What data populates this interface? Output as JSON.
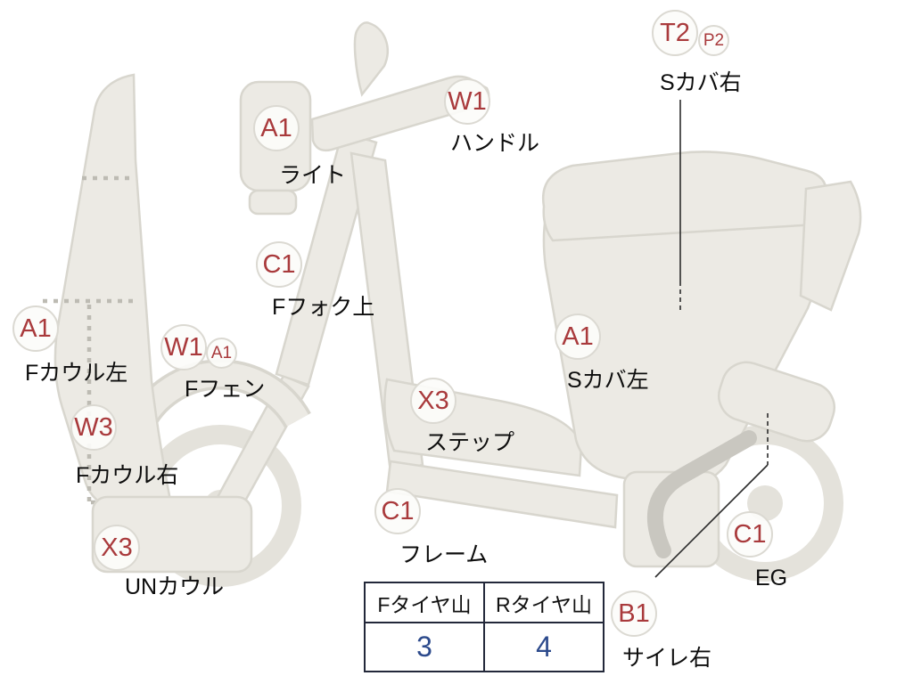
{
  "diagram": {
    "type": "motorcycle-condition-diagram",
    "vehicle": "scooter"
  },
  "markers": [
    {
      "code": "T2",
      "sub": "P2",
      "label": "Sカバ右"
    },
    {
      "code": "W1",
      "label": "ハンドル"
    },
    {
      "code": "A1",
      "label": "ライト"
    },
    {
      "code": "C1",
      "label": "Fフォク上"
    },
    {
      "code": "A1",
      "label": "Fカウル左"
    },
    {
      "code": "W1",
      "sub": "A1",
      "label": "Fフェン"
    },
    {
      "code": "W3",
      "label": "Fカウル右"
    },
    {
      "code": "X3",
      "label": "UNカウル"
    },
    {
      "code": "X3",
      "label": "ステップ"
    },
    {
      "code": "C1",
      "label": "フレーム"
    },
    {
      "code": "A1",
      "label": "Sカバ左"
    },
    {
      "code": "C1",
      "label": "EG"
    },
    {
      "code": "B1",
      "label": "サイレ右"
    }
  ],
  "tire_table": {
    "headers": [
      "Fタイヤ山",
      "Rタイヤ山"
    ],
    "values": [
      "3",
      "4"
    ]
  },
  "colors": {
    "marker_code": "#a93a3c",
    "marker_circle_border": "#dbd9d2",
    "label_text": "#0d0d0d",
    "tire_value": "#2c4a8c",
    "table_border": "#23283a",
    "body_fill": "#eceae4",
    "body_stroke": "#d8d6ce"
  }
}
